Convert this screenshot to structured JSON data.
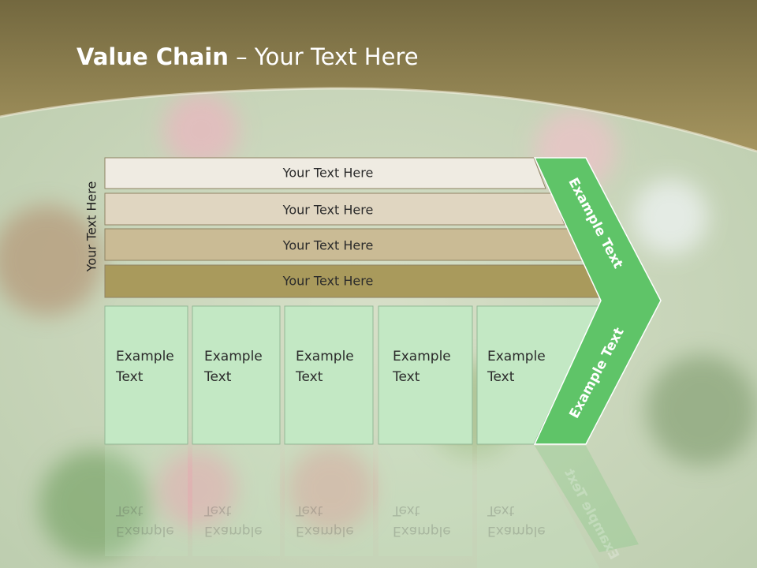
{
  "title": {
    "bold": "Value Chain",
    "rest": " – Your Text Here"
  },
  "side_label": "Your Text Here",
  "rows": [
    {
      "label": "Your Text Here",
      "fill": "#efebe2"
    },
    {
      "label": "Your Text Here",
      "fill": "#e0d6c1"
    },
    {
      "label": "Your Text Here",
      "fill": "#cabb95"
    },
    {
      "label": "Your Text Here",
      "fill": "#a99a5c"
    }
  ],
  "boxes": [
    {
      "label": "Example\nText"
    },
    {
      "label": "Example\nText"
    },
    {
      "label": "Example\nText"
    },
    {
      "label": "Example\nText"
    },
    {
      "label": "Example\nText"
    }
  ],
  "chevron": {
    "upper": "Example Text",
    "lower": "Example Text"
  },
  "colors": {
    "header": "#a08f5e",
    "chevron": "#5fc468",
    "box_fill": "#c3e8c4"
  }
}
